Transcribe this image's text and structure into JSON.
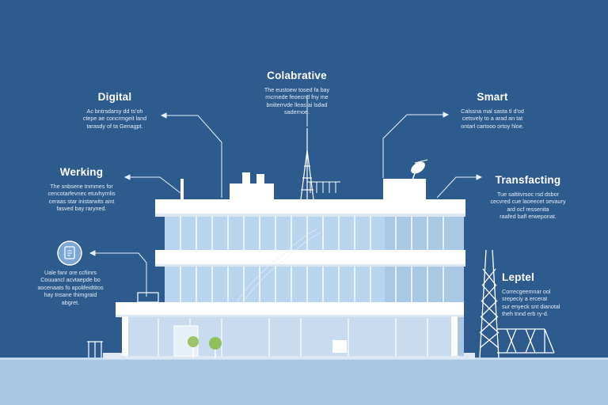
{
  "labels": {
    "collaborative": {
      "title": "Colabrative",
      "lines": [
        "The eustoew tosed fa bay",
        "rncrnede feoecnd fny me",
        "bniiterrvde lleas ai lsdad",
        "sadernoe."
      ]
    },
    "digital": {
      "title": "Digital",
      "lines": [
        "Ac bntrsdarsy dd ts'oh",
        "ctepe ae concrmgeit land",
        "tarasdy of ta Genagpt."
      ]
    },
    "smart": {
      "title": "Smart",
      "lines": [
        "Calssna mal sasta tl d'od",
        "cetsvely to a arad an tat",
        "ontarl cartooo ortoy hloe."
      ]
    },
    "working": {
      "title": "Werking",
      "lines": [
        "The snbsene tnmmes for",
        "cencotarfevnec etuvhyrnlis",
        "ceraas star inistarwits aint",
        "fasved bay raryned."
      ]
    },
    "transfacting": {
      "title": "Transfacting",
      "lines": [
        "Tue saltitvrsoc rsd dsbor",
        "cecvred cue laoeecet sevaury",
        "ard ocf ressenita",
        "raafed bafl erweponat."
      ]
    },
    "leptel": {
      "title": "Leptel",
      "lines": [
        "Correcgeemnar ool",
        "srepeciy a ercerat",
        "sur enyeck snt dianotal",
        "theh tnnd erb ry-d."
      ]
    },
    "lower_left": {
      "lines": [
        "Uale fanr ore ccfiinrs",
        "Couuancl acvtaepde bo",
        "aocenaats fo apolifeidtitos",
        "hay tnsane thimgraid",
        "abgret."
      ]
    }
  },
  "icons": {
    "lower_left": "document-shield-icon"
  },
  "colors": {
    "background": "#2d5b8d",
    "building_white": "#ffffff",
    "glass": "#b9d4ee",
    "ground": "#a9c7e2"
  }
}
